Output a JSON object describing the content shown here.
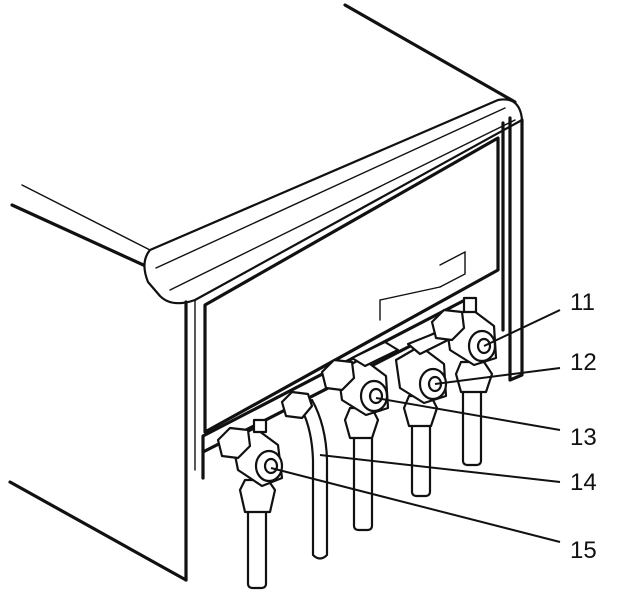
{
  "callouts": [
    {
      "id": "11",
      "label": "11"
    },
    {
      "id": "12",
      "label": "12"
    },
    {
      "id": "13",
      "label": "13"
    },
    {
      "id": "14",
      "label": "14"
    },
    {
      "id": "15",
      "label": "15"
    }
  ],
  "colors": {
    "line": "#111111",
    "background": "#ffffff"
  }
}
